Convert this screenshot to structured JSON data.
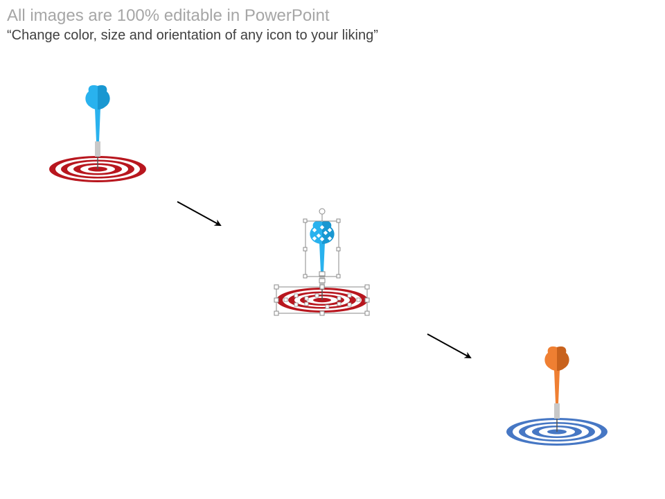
{
  "header": {
    "title": "All images are 100% editable in PowerPoint",
    "subtitle": "“Change color, size and orientation of any icon to your liking”"
  },
  "colors": {
    "dart_blue": "#29b2ee",
    "dart_blue_dark": "#1997d1",
    "dart_orange": "#ef7f32",
    "dart_orange_dark": "#c8621d",
    "target_red": "#b8161e",
    "target_blue": "#4677c4",
    "shaft_grey": "#c8c8c8",
    "arrow": "#000000",
    "selection_handle": "#8a8a8a"
  },
  "icons": [
    "dart-target-icon",
    "dart-target-icon-selected",
    "dart-target-icon-orange",
    "arrow-icon"
  ]
}
